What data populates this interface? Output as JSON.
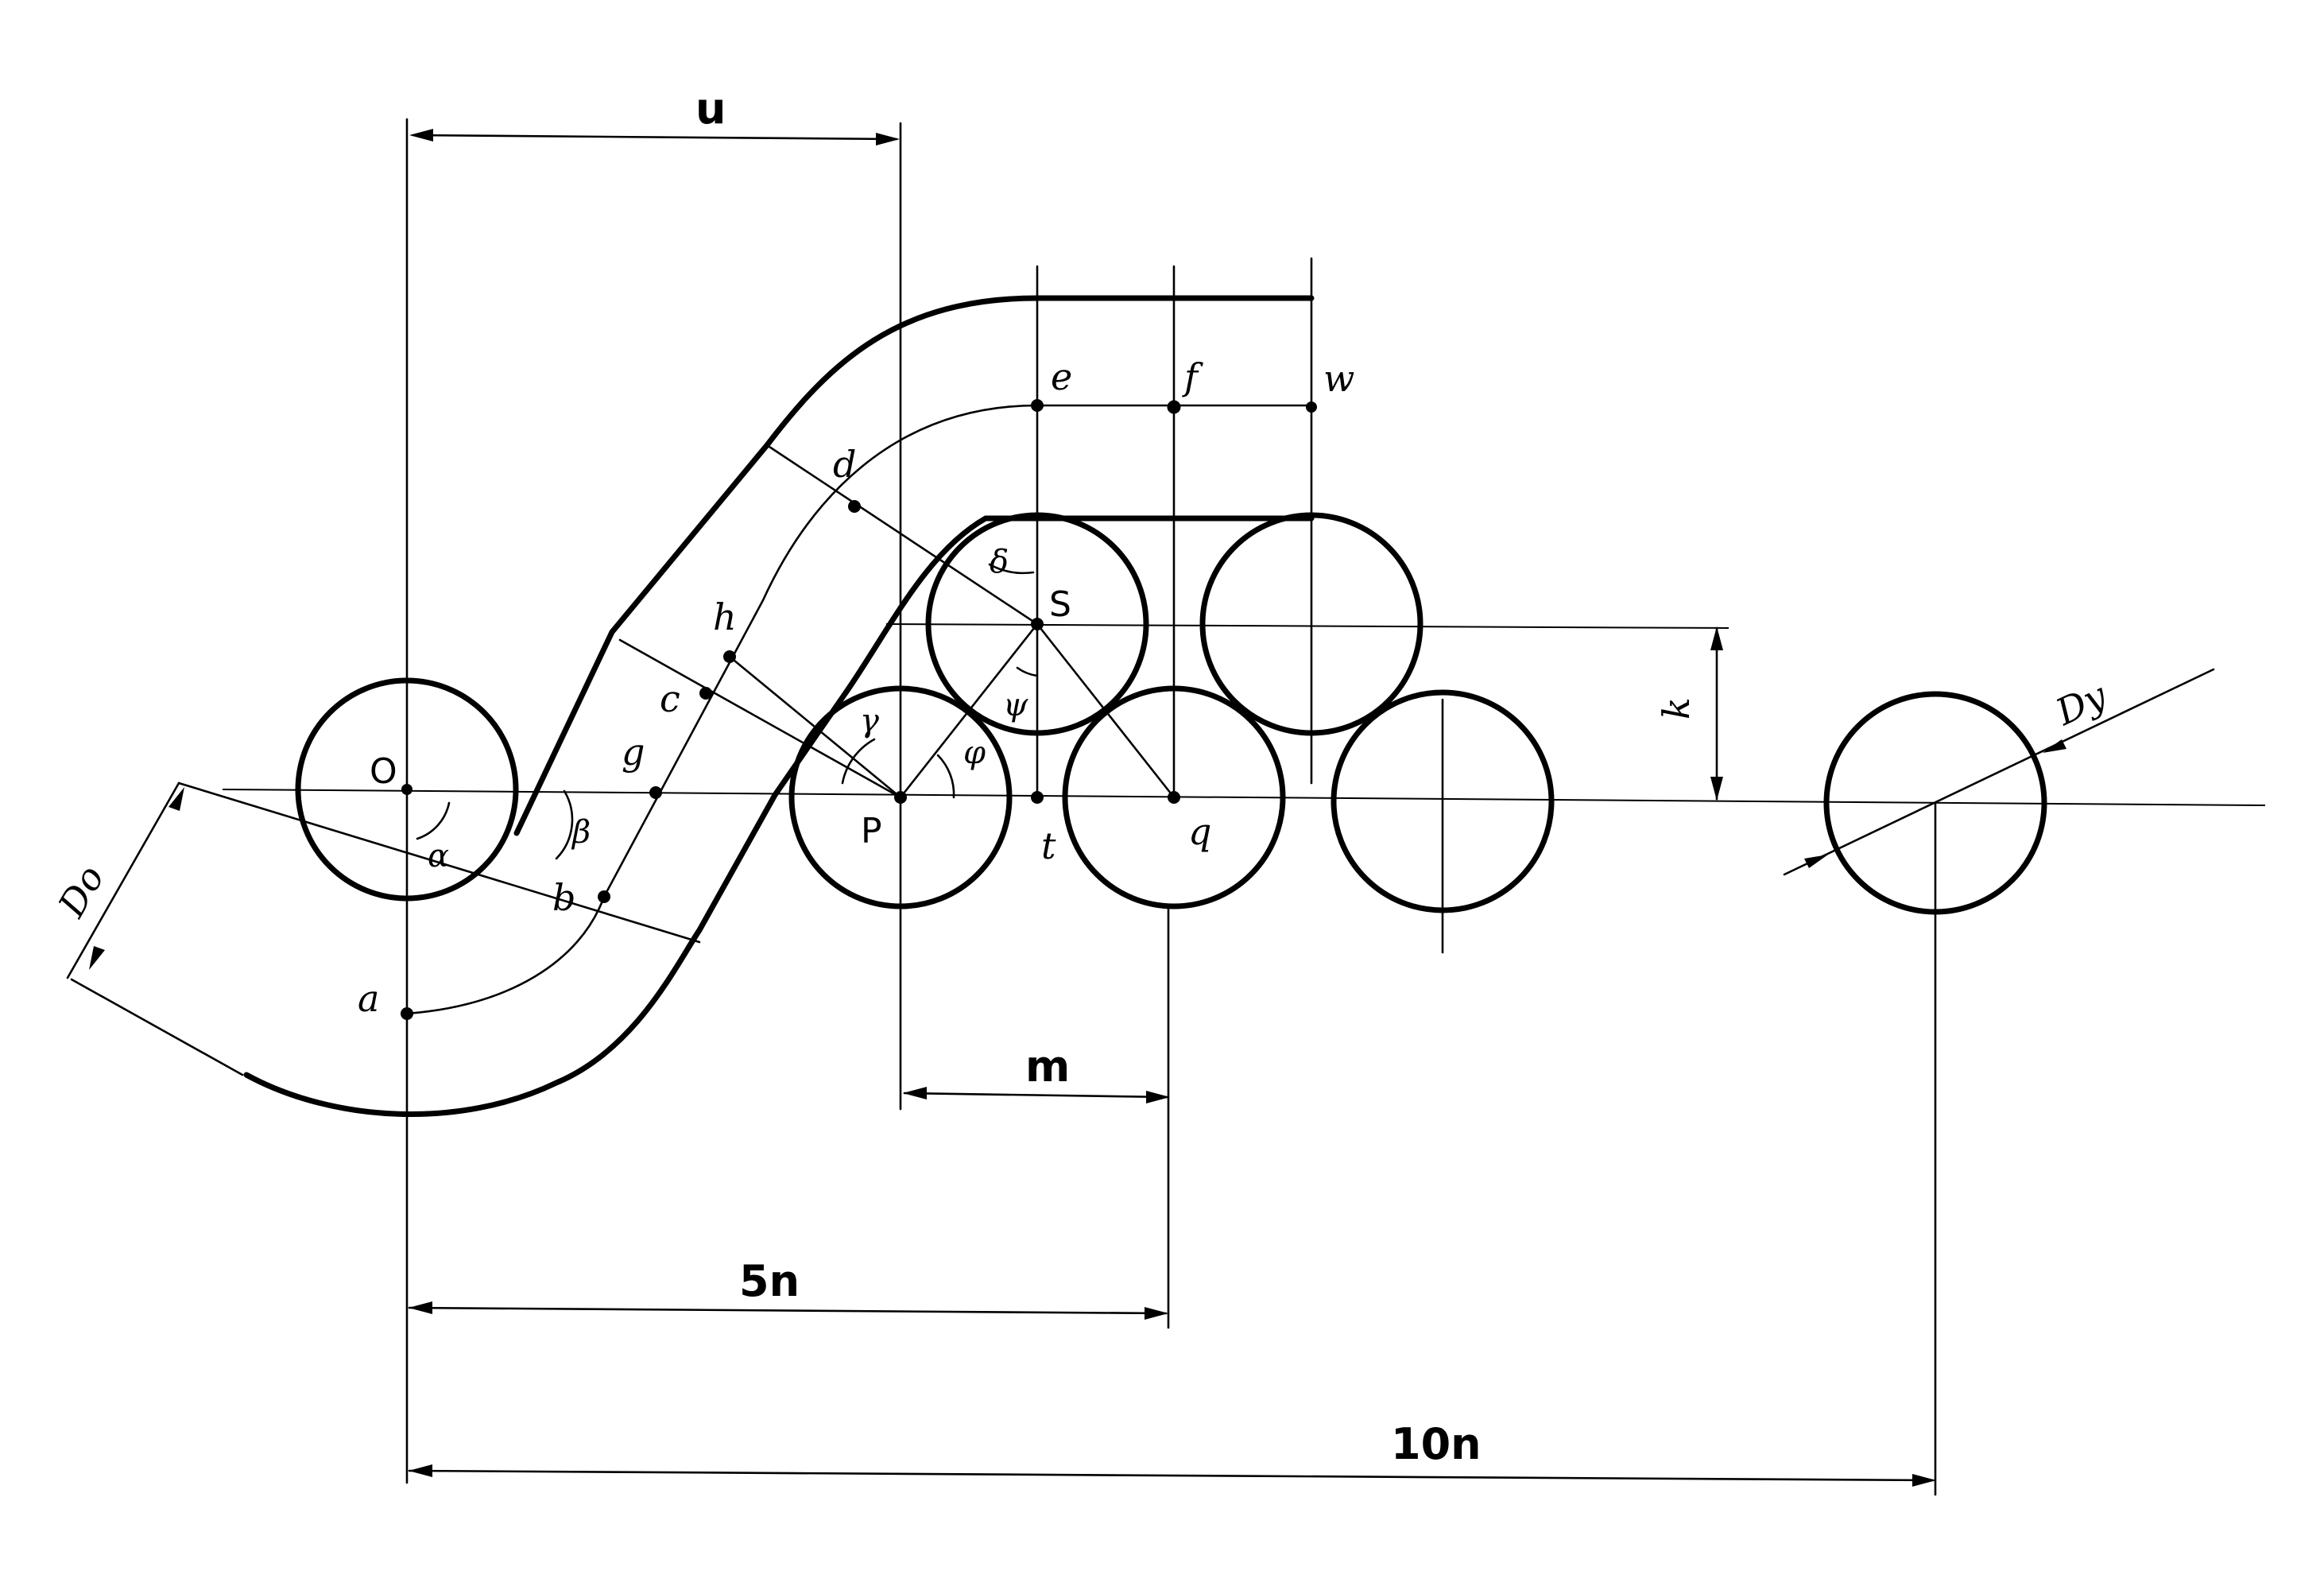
{
  "dimensions": {
    "u": "u",
    "m": "m",
    "five_n": "5n",
    "ten_n": "10n",
    "k": "k",
    "d_o": "Do",
    "d_y": "Dy"
  },
  "points": {
    "O": "O",
    "a": "a",
    "b": "b",
    "g": "g",
    "c": "c",
    "h": "h",
    "d": "d",
    "e": "e",
    "f": "f",
    "w": "w",
    "S": "S",
    "P": "P",
    "t": "t",
    "q": "q"
  },
  "angles": {
    "alpha": "α",
    "beta": "β",
    "gamma": "γ",
    "delta": "δ",
    "phi": "φ",
    "psi": "ψ"
  }
}
